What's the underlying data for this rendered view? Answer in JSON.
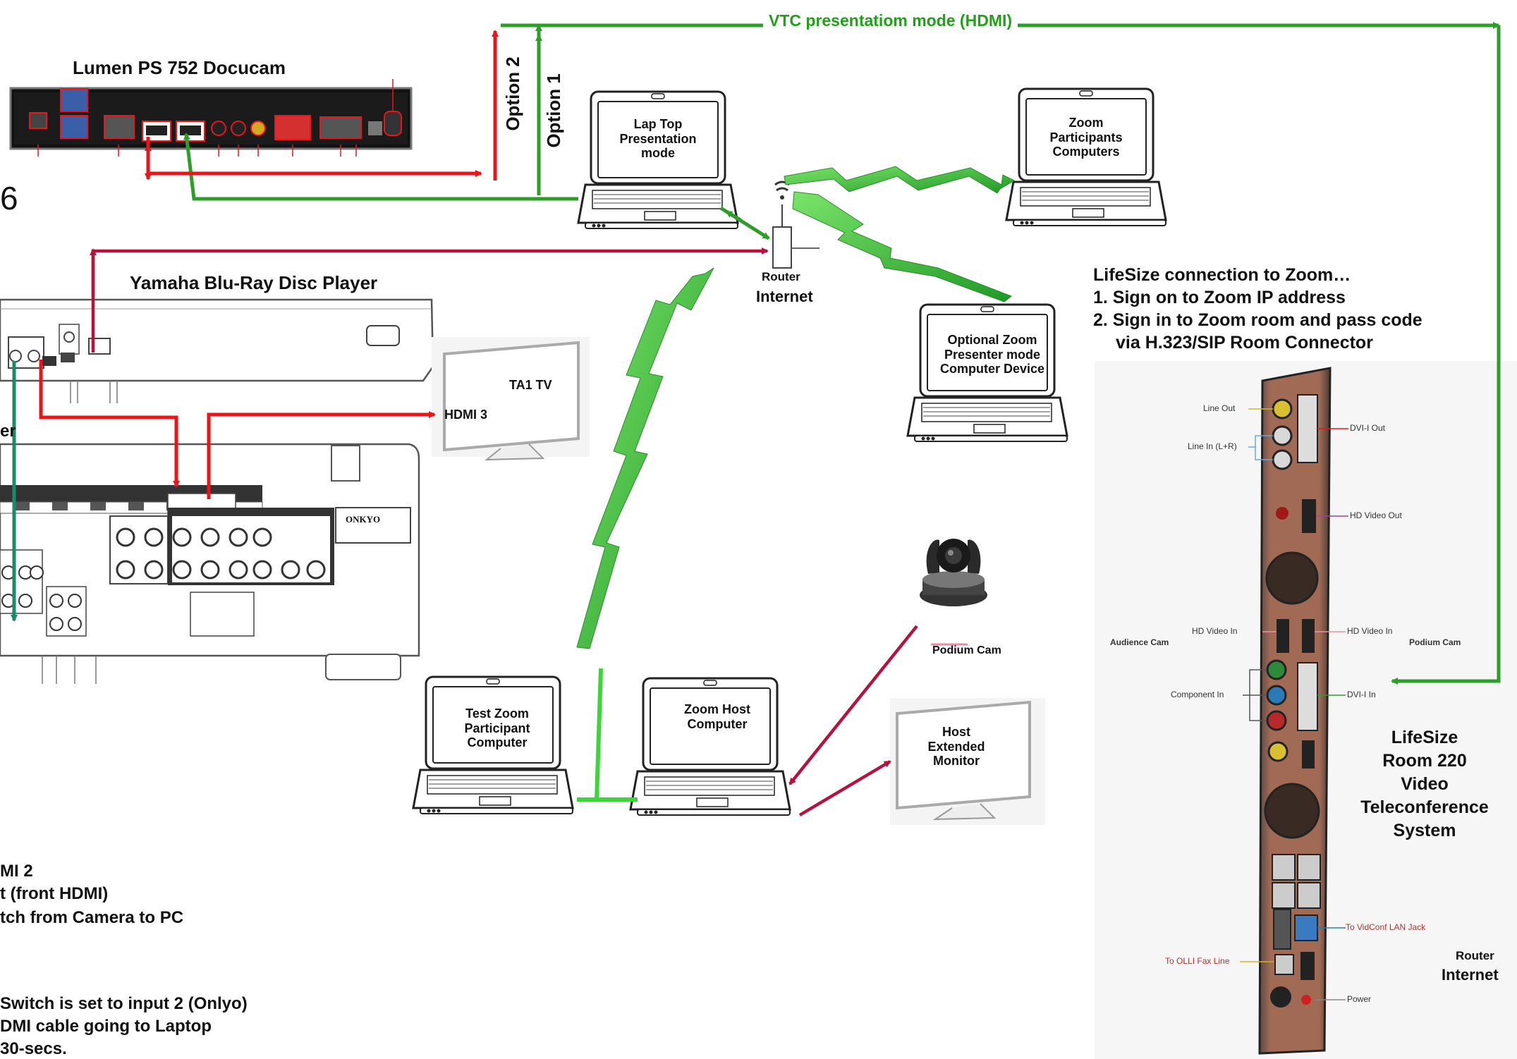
{
  "colors": {
    "red": "#e8161b",
    "green": "#2e9e2a",
    "crimson": "#b5123e",
    "teal": "#1a8a6a",
    "lime": "#3dd63a"
  },
  "top_link": {
    "label": "VTC presentatiom mode (HDMI)"
  },
  "options": {
    "option1": "Option 1",
    "option2": "Option 2"
  },
  "docucam": {
    "title": "Lumen PS 752 Docucam",
    "glyph": "6"
  },
  "yamaha": {
    "title": "Yamaha  Blu-Ray Disc Player"
  },
  "receiver": {
    "partial": "er",
    "brand": "ONKYO"
  },
  "tv": {
    "name": "TA1 TV",
    "input": "HDMI 3"
  },
  "laptops": {
    "presentation": "Lap Top Presentation mode",
    "participants": "Zoom Participants Computers",
    "optional": "Optional Zoom Presenter mode Computer Device",
    "test": "Test Zoom Participant Computer",
    "host": "Zoom Host Computer"
  },
  "router_top": {
    "name": "Router",
    "sub": "Internet"
  },
  "router_bottom": {
    "name": "Router",
    "sub": "Internet"
  },
  "podium_cam": {
    "label": "Podium Cam"
  },
  "host_monitor": {
    "label": "Host Extended Monitor"
  },
  "lifesize_notes": {
    "heading": "LifeSize connection to Zoom…",
    "step1": "1. Sign on to Zoom IP address",
    "step2": "2. Sign in to Zoom room and pass code",
    "step2b": "via H.323/SIP Room Connector"
  },
  "lifesize_system": {
    "line1": "LifeSize",
    "line2": "Room 220",
    "line3": "Video",
    "line4": "Teleconference",
    "line5": "System"
  },
  "lifesize_ports": {
    "line_out": "Line Out",
    "line_in": "Line In (L+R)",
    "dvi_out": "DVI-I Out",
    "hd_video_out": "HD Video Out",
    "hd_video_in_left": "HD Video In",
    "hd_video_in_right": "HD Video In",
    "component_in": "Component In",
    "dvi_in": "DVI-I In",
    "lan": "To VidConf LAN Jack",
    "fax": "To OLLI Fax Line",
    "power": "Power",
    "audience_cam": "Audience Cam",
    "podium_cam": "Podium Cam"
  },
  "bottom_notes": {
    "n1": "MI 2",
    "n2": "t (front HDMI)",
    "n3": "tch from Camera to PC",
    "n4": "Switch is set to input 2 (Onlyo)",
    "n5": "DMI cable going to Laptop",
    "n6": "30-secs."
  }
}
